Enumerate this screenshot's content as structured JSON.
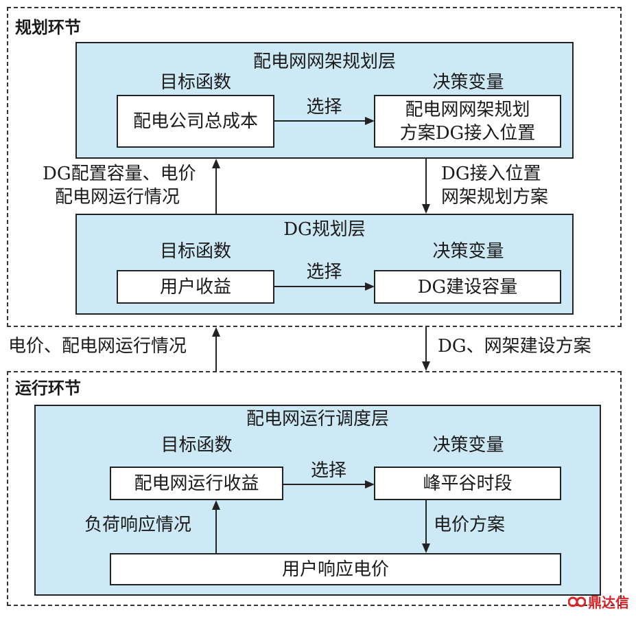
{
  "planning": {
    "section_title": "规划环节",
    "grid_layer": {
      "title": "配电网网架规划层",
      "objective_label": "目标函数",
      "decision_label": "决策变量",
      "objective": "配电公司总成本",
      "select": "选择",
      "decision_line1": "配电网网架规划",
      "decision_line2": "方案DG接入位置"
    },
    "left_feedback": [
      "DG配置容量、电价",
      "配电网运行情况"
    ],
    "right_feedback": [
      "DG接入位置",
      "网架规划方案"
    ],
    "dg_layer": {
      "title": "DG规划层",
      "objective_label": "目标函数",
      "decision_label": "决策变量",
      "objective": "用户收益",
      "select": "选择",
      "decision": "DG建设容量"
    }
  },
  "between": {
    "left": "电价、配电网运行情况",
    "right": "DG、网架建设方案"
  },
  "operation": {
    "section_title": "运行环节",
    "layer": {
      "title": "配电网运行调度层",
      "objective_label": "目标函数",
      "decision_label": "决策变量",
      "objective": "配电网运行收益",
      "select": "选择",
      "decision": "峰平谷时段",
      "left_flow": "负荷响应情况",
      "right_flow": "电价方案",
      "bottom": "用户响应电价"
    }
  },
  "logo": {
    "text": "鼎达信",
    "icon": "dingdaxin-logo-icon",
    "color": "#d8262b"
  }
}
